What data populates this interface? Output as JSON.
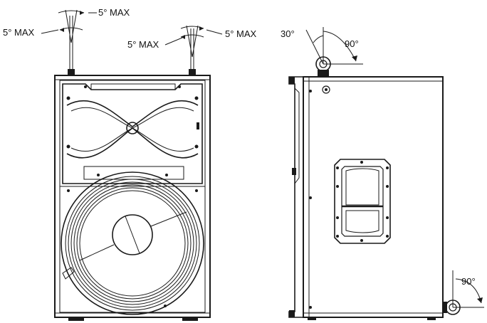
{
  "front_view": {
    "labels": {
      "left_bracket_top": "5° MAX",
      "left_bracket_side": "5° MAX",
      "right_bracket_left": "5° MAX",
      "right_bracket_right": "5° MAX"
    }
  },
  "side_view": {
    "labels": {
      "top_tilt": "30°",
      "top_rotate": "90°",
      "bottom_rotate": "90°"
    }
  }
}
